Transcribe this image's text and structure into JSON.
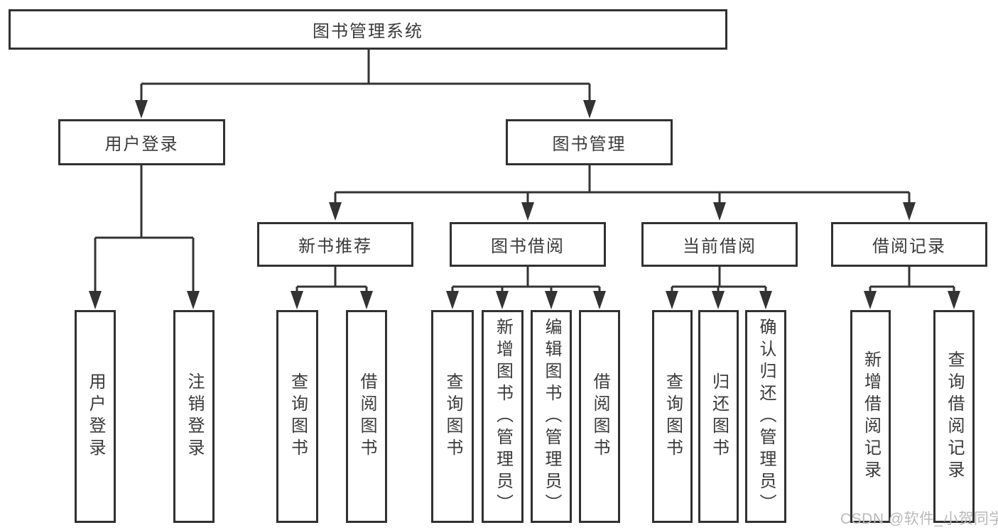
{
  "diagram": {
    "root": {
      "label": "图书管理系统"
    },
    "groups": [
      {
        "label": "用户登录",
        "children": [
          {
            "label": "用户登录"
          },
          {
            "label": "注销登录"
          }
        ]
      },
      {
        "label": "图书管理",
        "children": [
          {
            "label": "新书推荐",
            "children": [
              {
                "label": "查询图书"
              },
              {
                "label": "借阅图书"
              }
            ]
          },
          {
            "label": "图书借阅",
            "children": [
              {
                "label": "查询图书"
              },
              {
                "label": "新增图书（管理员）"
              },
              {
                "label": "编辑图书（管理员）"
              },
              {
                "label": "借阅图书"
              }
            ]
          },
          {
            "label": "当前借阅",
            "children": [
              {
                "label": "查询图书"
              },
              {
                "label": "归还图书"
              },
              {
                "label": "确认归还（管理员）"
              }
            ]
          },
          {
            "label": "借阅记录",
            "children": [
              {
                "label": "新增借阅记录"
              },
              {
                "label": "查询借阅记录"
              }
            ]
          }
        ]
      }
    ]
  },
  "watermark": {
    "text": "CSDN @软件_小贺同学"
  },
  "colors": {
    "line": "#333333",
    "box_border": "#313131",
    "text": "#3a3a3a",
    "watermark": "#b9b9b9",
    "background": "#ffffff"
  }
}
